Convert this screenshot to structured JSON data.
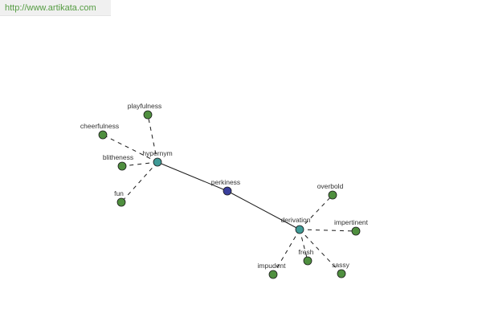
{
  "header": {
    "url": "http://www.artikata.com"
  },
  "graph": {
    "nodes": {
      "center": {
        "label": "perkiness",
        "kind": "word"
      },
      "hypernym": {
        "label": "hypernym",
        "kind": "relation"
      },
      "derivation": {
        "label": "derivation",
        "kind": "relation"
      },
      "playfulness": {
        "label": "playfulness",
        "kind": "leaf"
      },
      "cheerfulness": {
        "label": "cheerfulness",
        "kind": "leaf"
      },
      "blitheness": {
        "label": "blitheness",
        "kind": "leaf"
      },
      "fun": {
        "label": "fun",
        "kind": "leaf"
      },
      "overbold": {
        "label": "overbold",
        "kind": "leaf"
      },
      "impertinent": {
        "label": "impertinent",
        "kind": "leaf"
      },
      "fresh": {
        "label": "fresh",
        "kind": "leaf"
      },
      "impudent": {
        "label": "impudent",
        "kind": "leaf"
      },
      "sassy": {
        "label": "sassy",
        "kind": "leaf"
      }
    },
    "edges": [
      {
        "from": "center",
        "to": "hypernym",
        "style": "solid"
      },
      {
        "from": "center",
        "to": "derivation",
        "style": "solid"
      },
      {
        "from": "hypernym",
        "to": "playfulness",
        "style": "dashed"
      },
      {
        "from": "hypernym",
        "to": "cheerfulness",
        "style": "dashed"
      },
      {
        "from": "hypernym",
        "to": "blitheness",
        "style": "dashed"
      },
      {
        "from": "hypernym",
        "to": "fun",
        "style": "dashed"
      },
      {
        "from": "derivation",
        "to": "overbold",
        "style": "dashed"
      },
      {
        "from": "derivation",
        "to": "impertinent",
        "style": "dashed"
      },
      {
        "from": "derivation",
        "to": "fresh",
        "style": "dashed"
      },
      {
        "from": "derivation",
        "to": "impudent",
        "style": "dashed"
      },
      {
        "from": "derivation",
        "to": "sassy",
        "style": "dashed"
      }
    ],
    "colors": {
      "word": "#3a3f9c",
      "relation": "#3f9a96",
      "leaf": "#4f8f3f",
      "stroke": "#1a1a1a",
      "url": "#559c42"
    }
  }
}
